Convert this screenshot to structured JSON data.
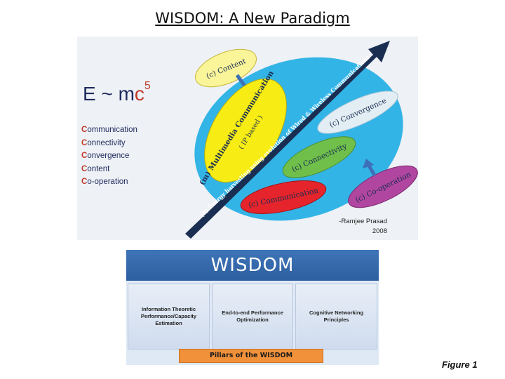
{
  "title": "WISDOM: A New Paradigm",
  "equation": {
    "e": "E ~ m",
    "c": "c",
    "exponent": "5"
  },
  "pillars_list": [
    {
      "initial": "C",
      "rest": "ommunication"
    },
    {
      "initial": "C",
      "rest": "onnectivity"
    },
    {
      "initial": "C",
      "rest": "onvergence"
    },
    {
      "initial": "C",
      "rest": "ontent"
    },
    {
      "initial": "C",
      "rest": "o-operation"
    }
  ],
  "diagram": {
    "content_label": "(c) Content",
    "multimedia_label_1": "(m) Multimedia Communication",
    "multimedia_label_2": "( IP based )",
    "arrow_label": "(E) Energy harvesting using evolution of Wired & Wireless Communications",
    "convergence_label": "(c) Convergence",
    "connectivity_label": "(c) Connectivity",
    "communication_label": "(c) Communication",
    "cooperation_label": "(c) Co-operation",
    "author": "-Ramjee Prasad",
    "year": "2008",
    "colors": {
      "main_ellipse": "#33b4e6",
      "content": "#fbf59a",
      "multimedia": "#f7ec13",
      "convergence": "#e3eef4",
      "connectivity": "#6fbf4a",
      "communication": "#e5242b",
      "cooperation": "#b146a0",
      "arrow": "#1a2e52"
    }
  },
  "wisdom_table": {
    "header": "WISDOM",
    "pillars": [
      "Information Theoretic Performance/Capacity Estimation",
      "End-to-end Performance Optimization",
      "Cognitive Networking Principles"
    ],
    "banner": "Pillars of the WISDOM"
  },
  "figure_caption": "Figure 1"
}
